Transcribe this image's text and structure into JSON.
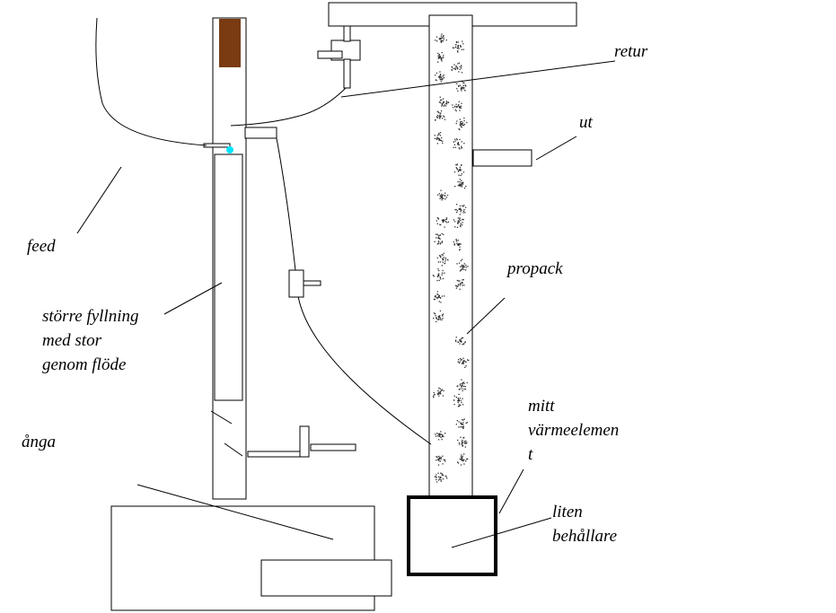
{
  "labels": {
    "retur": "retur",
    "ut": "ut",
    "feed": "feed",
    "propack": "propack",
    "storre_line1": "större fyllning",
    "storre_line2": "med stor",
    "storre_line3": "genom flöde",
    "anga": "ånga",
    "mitt_line1": "mitt",
    "mitt_line2": "värmeelemen",
    "mitt_line3": "t",
    "liten_line1": "liten",
    "liten_line2": "behållare"
  },
  "colors": {
    "stroke": "#000000",
    "plug": "#7a3b12",
    "feed_dot": "#00e5ff",
    "packing_speckle": "#333333"
  }
}
